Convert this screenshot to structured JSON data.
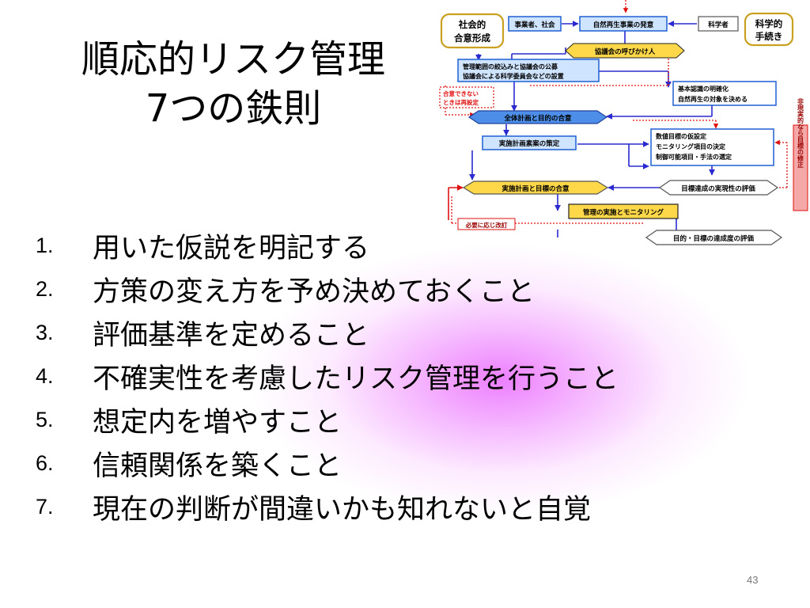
{
  "title": {
    "line1": "順応的リスク管理",
    "line2": "7つの鉄則"
  },
  "rules": [
    {
      "num": "1.",
      "text": "用いた仮説を明記する"
    },
    {
      "num": "2.",
      "text": "方策の変え方を予め決めておくこと"
    },
    {
      "num": "3.",
      "text": "評価基準を定めること"
    },
    {
      "num": "4.",
      "text": "不確実性を考慮したリスク管理を行うこと"
    },
    {
      "num": "5.",
      "text": "想定内を増やすこと"
    },
    {
      "num": "6.",
      "text": "信頼関係を築くこと"
    },
    {
      "num": "7.",
      "text": "現在の判断が間違いかも知れないと自覚"
    }
  ],
  "page_number": "43",
  "flowchart": {
    "social_consensus": [
      "社会的",
      "合意形成"
    ],
    "scientific_procedure": [
      "科学的",
      "手続き"
    ],
    "stakeholders": "事業者、社会",
    "initiation": "自然再生事業の発意",
    "scientists": "科学者",
    "council_call": "協議会の呼びかけ人",
    "setup": [
      "管理範囲の絞込みと協議会の公募",
      "協議会による科学委員会などの設置"
    ],
    "no_consensus": [
      "合意できない",
      "ときは再設定"
    ],
    "basic_recognition": [
      "基本認識の明確化",
      "自然再生の対象を決める"
    ],
    "overall_consensus": "全体計画と目的の合意",
    "draft_plan": "実施計画素案の策定",
    "hypothesis": [
      "数値目標の仮設定",
      "モニタリング項目の決定",
      "制御可能項目・手法の選定"
    ],
    "unrealistic_revision": "非現実的なら目標の修正",
    "feasibility": "目標達成の実現性の評価",
    "plan_consensus": "実施計画と目標の合意",
    "management": "管理の実施とモニタリング",
    "revise": "必要に応じ改訂",
    "achievement": "目的・目標の達成度の評価",
    "colors": {
      "blue_box": "#1f5fd4",
      "yellow_box": "#ffd84a",
      "red_dotted": "#e01010",
      "pink_tag": "#f4a8a8"
    }
  }
}
